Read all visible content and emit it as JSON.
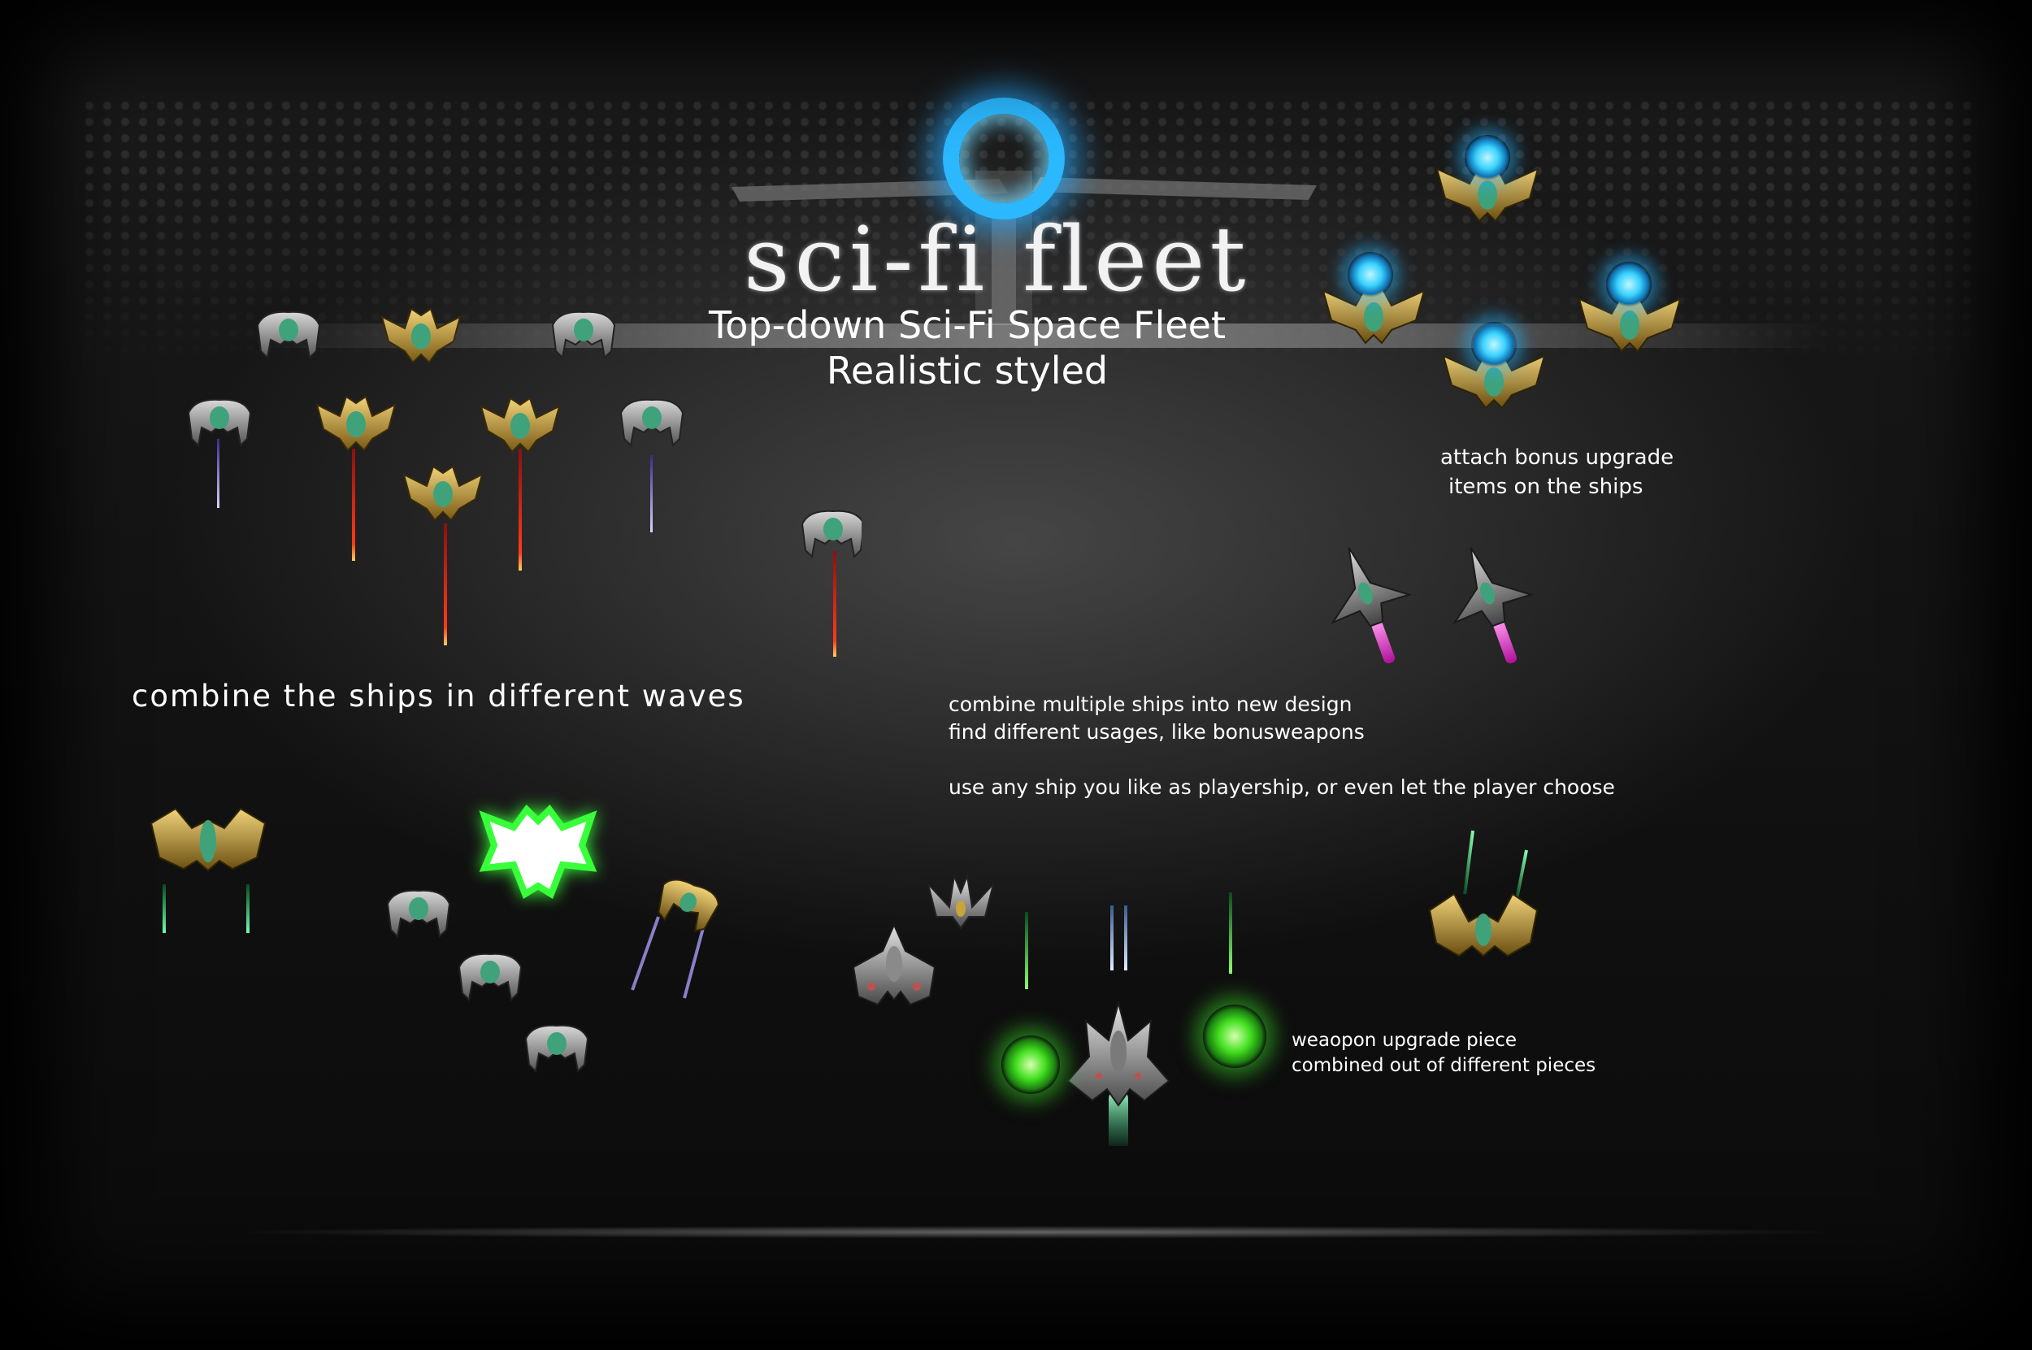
{
  "title": "sci-fi fleet",
  "subtitle": {
    "line1": "Top-down Sci-Fi Space Fleet",
    "line2": "Realistic styled"
  },
  "captions": {
    "waves": "combine the ships in different waves",
    "attach_line1": "attach bonus upgrade",
    "attach_line2": "items on the ships",
    "combine_line1": "combine  multiple ships into new design",
    "combine_line2": "find different usages, like bonusweapons",
    "combine_line3": "use any ship you like as playership, or even let the player choose",
    "weapon_line1": "weaopon upgrade piece",
    "weapon_line2": "combined out of different pieces"
  },
  "colors": {
    "laser_red": "#ff3a1a",
    "laser_violet": "#9a8cff",
    "laser_green": "#3cf07a",
    "laser_magenta": "#ff4ad8",
    "orb_blue": "#3ad2ff",
    "orb_green": "#44e020",
    "hull_gold": "#c9a43a",
    "hull_green": "#3fa27a",
    "hull_gray": "#8a8a8a"
  }
}
